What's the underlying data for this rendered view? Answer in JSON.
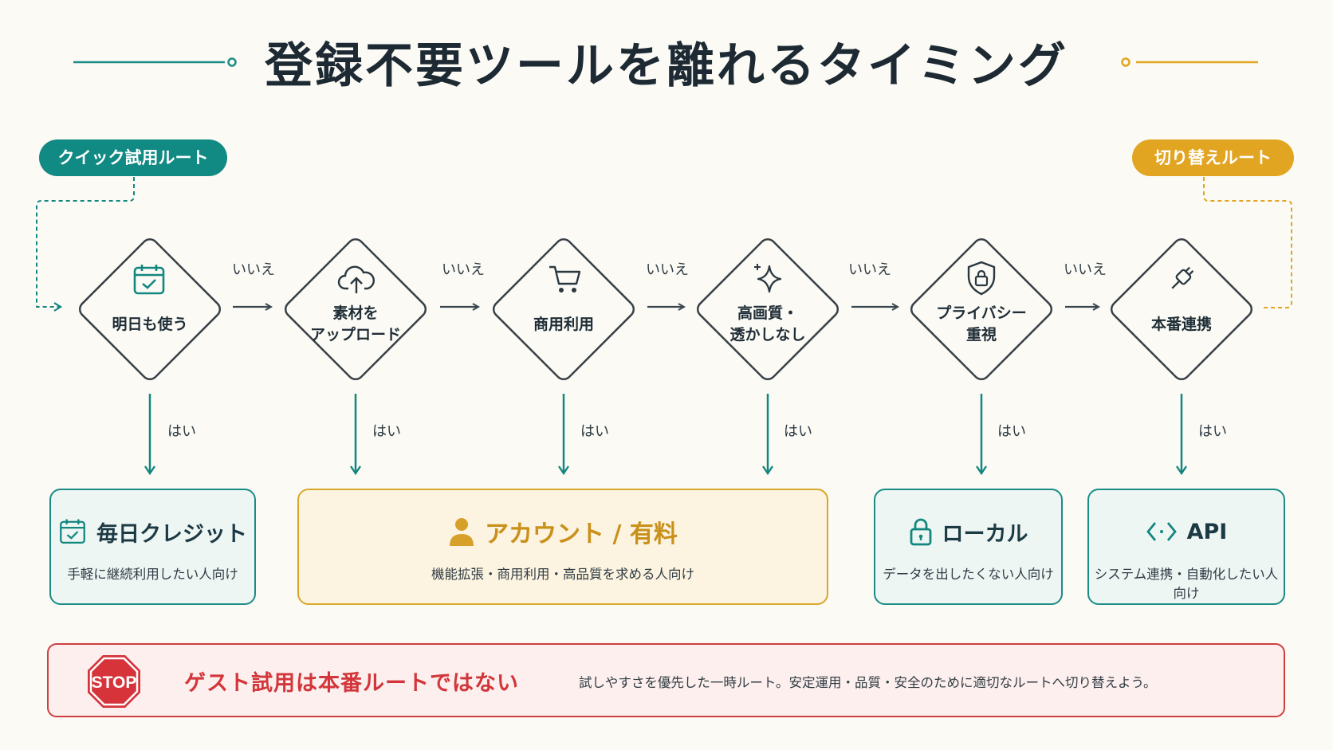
{
  "title": "登録不要ツールを離れるタイミング",
  "routes": {
    "quick": "クイック試用ルート",
    "switch": "切り替えルート"
  },
  "flow": {
    "no_label": "いいえ",
    "yes_label": "はい",
    "nodes": [
      {
        "line1": "明日も使う",
        "line2": "",
        "icon": "calendar-check-icon"
      },
      {
        "line1": "素材を",
        "line2": "アップロード",
        "icon": "cloud-upload-icon"
      },
      {
        "line1": "商用利用",
        "line2": "",
        "icon": "cart-icon"
      },
      {
        "line1": "高画質・",
        "line2": "透かしなし",
        "icon": "sparkle-icon"
      },
      {
        "line1": "プライバシー",
        "line2": "重視",
        "icon": "shield-lock-icon"
      },
      {
        "line1": "本番連携",
        "line2": "",
        "icon": "plug-icon"
      }
    ]
  },
  "results": [
    {
      "title": "毎日クレジット",
      "subtitle": "手軽に継続利用したい人向け",
      "icon": "calendar-check-icon"
    },
    {
      "title": "アカウント / 有料",
      "subtitle": "機能拡張・商用利用・高品質を求める人向け",
      "icon": "person-icon"
    },
    {
      "title": "ローカル",
      "subtitle": "データを出したくない人向け",
      "icon": "lock-icon"
    },
    {
      "title": "API",
      "subtitle": "システム連携・自動化したい人向け",
      "icon": "code-icon"
    }
  ],
  "warning": {
    "stop_sign": "STOP",
    "title": "ゲスト試用は本番ルートではない",
    "text": "試しやすさを優先した一時ルート。安定運用・品質・安全のために適切なルートへ切り替えよう。"
  },
  "colors": {
    "teal": "#118a83",
    "gold": "#e2a521",
    "red": "#cf3f3f"
  }
}
